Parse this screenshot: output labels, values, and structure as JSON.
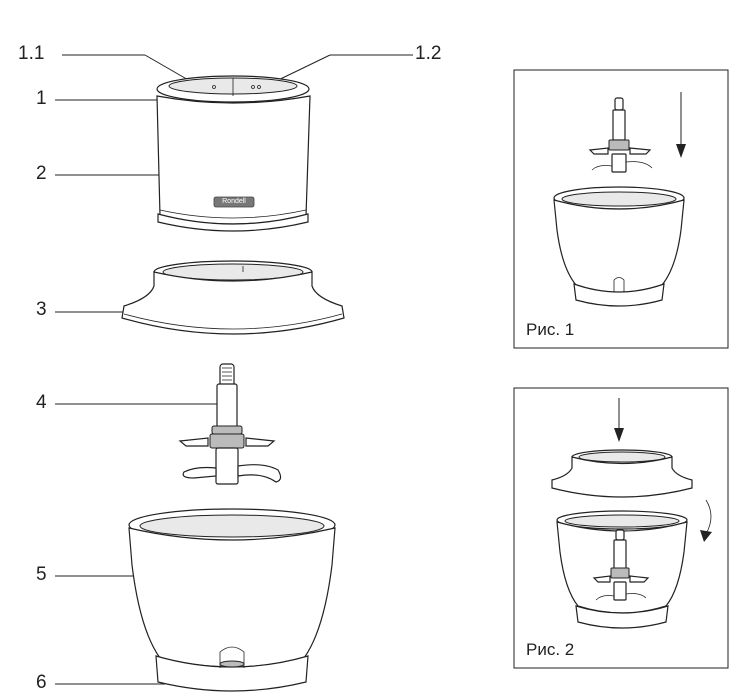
{
  "callouts": {
    "c1_1": "1.1",
    "c1_2": "1.2",
    "c1": "1",
    "c2": "2",
    "c3": "3",
    "c4": "4",
    "c5": "5",
    "c6": "6"
  },
  "brand": "Rondell",
  "figures": {
    "fig1": "Рис. 1",
    "fig2": "Рис. 2"
  }
}
